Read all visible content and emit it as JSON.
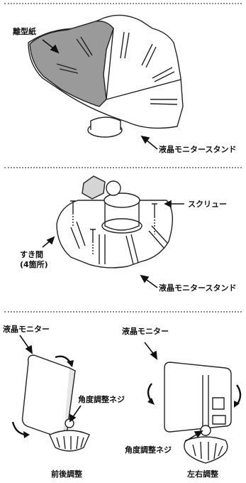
{
  "panel1": {
    "release_paper_label": "離型紙",
    "stand_label": "液晶モニタースタンド"
  },
  "panel2": {
    "screw_label": "スクリュー",
    "gap_label_line1": "すき間",
    "gap_label_line2": "(4箇所)",
    "stand_label": "液晶モニタースタンド"
  },
  "panel3": {
    "left_monitor_label": "液晶モニター",
    "right_monitor_label": "液晶モニター",
    "left_knob_label": "角度調整ネジ",
    "right_knob_label": "角度調整ネジ",
    "left_caption": "前後調整",
    "right_caption": "左右調整"
  },
  "colors": {
    "release_paper": "#9a9a9a",
    "line": "#222222",
    "divider": "#8a8a8a"
  }
}
